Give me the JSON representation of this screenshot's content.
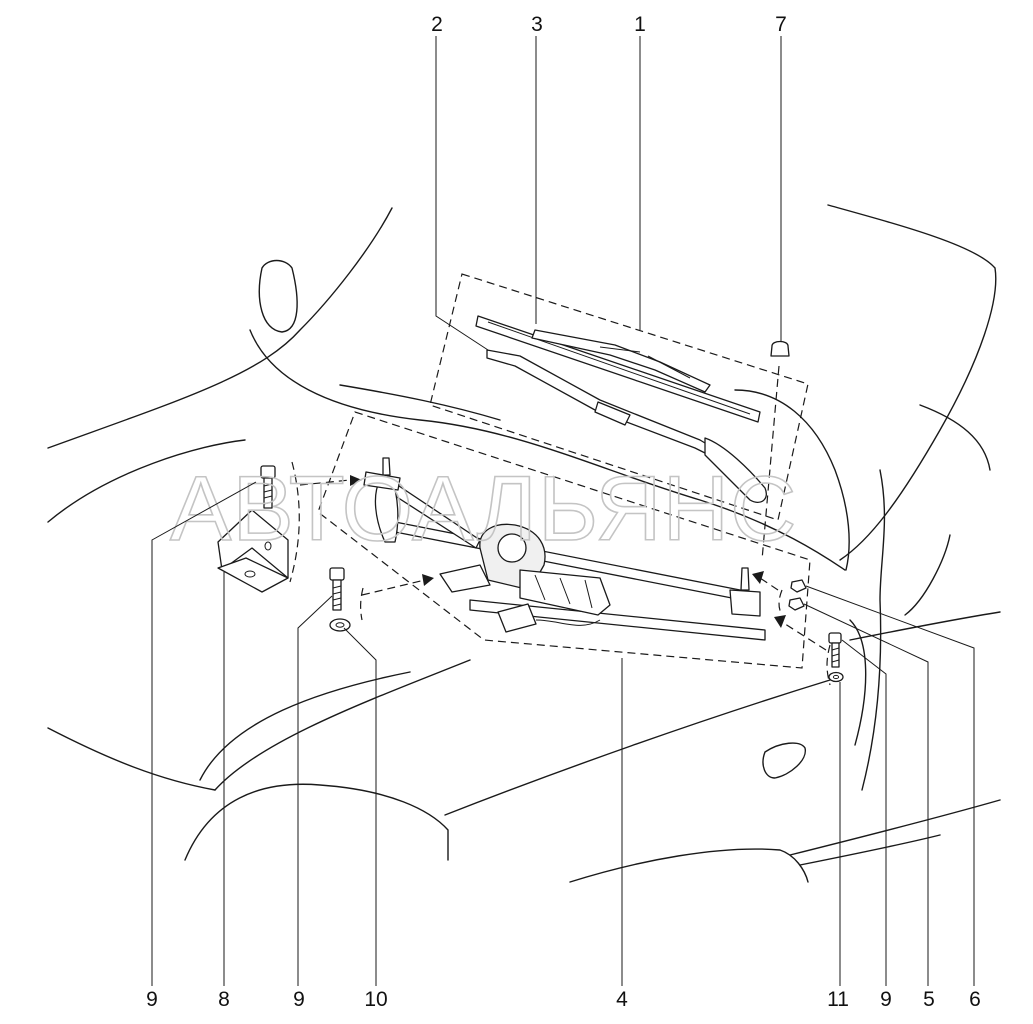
{
  "watermark": "АВТОАЛЬЯНС",
  "callouts": {
    "top": [
      "2",
      "3",
      "1",
      "7"
    ],
    "bottom": [
      "9",
      "8",
      "9",
      "10",
      "4",
      "11",
      "9",
      "5",
      "6"
    ]
  }
}
